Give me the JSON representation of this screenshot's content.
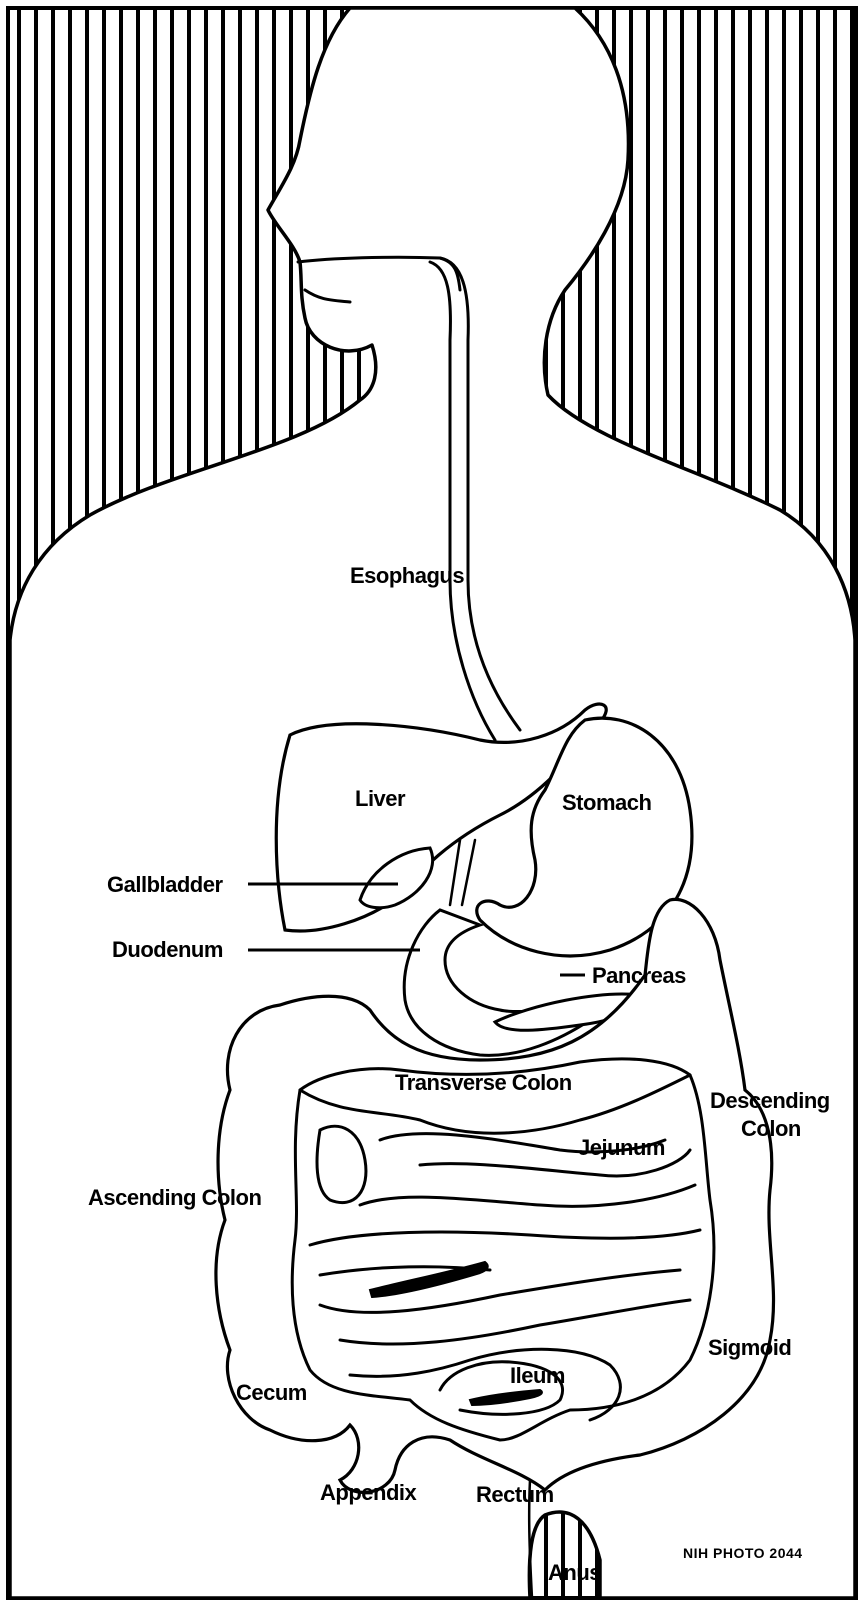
{
  "labels": {
    "esophagus": "Esophagus",
    "liver": "Liver",
    "stomach": "Stomach",
    "gallbladder": "Gallbladder",
    "duodenum": "Duodenum",
    "pancreas": "Pancreas",
    "transverse_colon": "Transverse Colon",
    "descending_colon_1": "Descending",
    "descending_colon_2": "Colon",
    "jejunum": "Jejunum",
    "ascending_colon": "Ascending Colon",
    "sigmoid": "Sigmoid",
    "ileum": "Ileum",
    "cecum": "Cecum",
    "appendix": "Appendix",
    "rectum": "Rectum",
    "anus": "Anus"
  },
  "credit": "NIH PHOTO 2044",
  "colors": {
    "ink": "#000000",
    "paper": "#ffffff"
  }
}
